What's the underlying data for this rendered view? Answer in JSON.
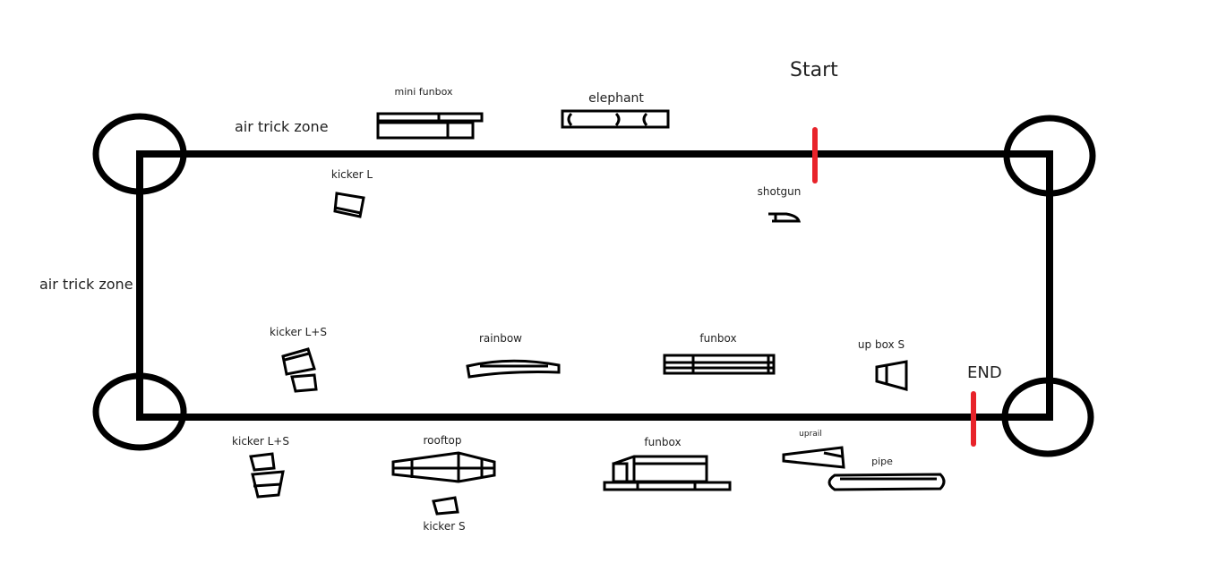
{
  "labels": {
    "start": "Start",
    "end": "END",
    "air_trick_zone_top": "air trick zone",
    "air_trick_zone_left": "air trick zone",
    "mini_funbox": "mini funbox",
    "elephant": "elephant",
    "kicker_l": "kicker L",
    "shotgun": "shotgun",
    "kicker_ls_inner": "kicker L+S",
    "rainbow": "rainbow",
    "funbox_inner": "funbox",
    "up_box_s": "up box S",
    "kicker_ls_outer": "kicker L+S",
    "rooftop": "rooftop",
    "funbox_outer": "funbox",
    "uprail": "uprail",
    "pipe": "pipe",
    "kicker_s": "kicker S"
  },
  "colors": {
    "track": "#000000",
    "start_end_marker": "#e8232a"
  }
}
